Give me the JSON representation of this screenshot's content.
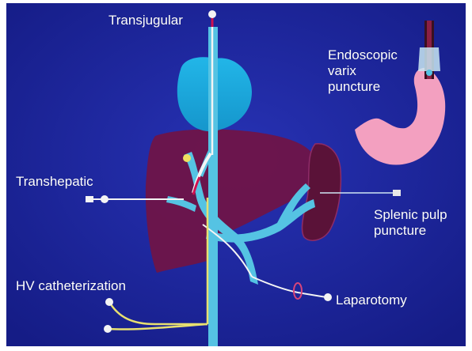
{
  "labels": {
    "transjugular": "Transjugular",
    "endoscopic_line1": "Endoscopic",
    "endoscopic_line2": "varix",
    "endoscopic_line3": "puncture",
    "transhepatic": "Transhepatic",
    "splenic_line1": "Splenic pulp",
    "splenic_line2": "puncture",
    "hv_catheterization": "HV catheterization",
    "laparotomy": "Laparotomy"
  },
  "colors": {
    "background": "#1f2aa6",
    "liver": "#6f1448",
    "spleen": "#5a1238",
    "heart": "#1aa8dc",
    "stomach": "#f3a0c0",
    "vein": "#55c3e3",
    "catheter": "#f0f0f0",
    "hv_catheter": "#e8e070",
    "label_text": "#ffffff"
  }
}
